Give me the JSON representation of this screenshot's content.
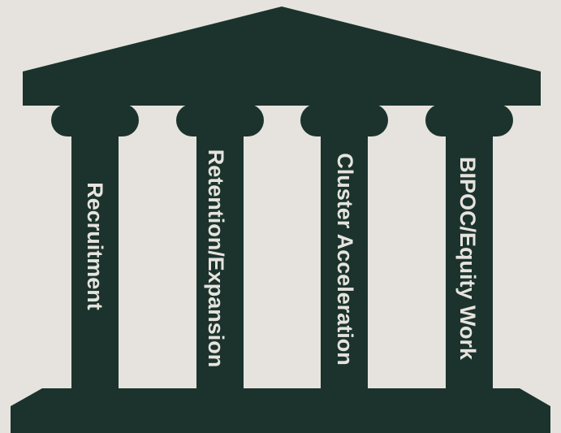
{
  "colors": {
    "background": "#e6e3de",
    "structure": "#1b332c",
    "label_text": "#e6e3de"
  },
  "pillars": [
    {
      "label": "Recruitment"
    },
    {
      "label": "Retention/Expansion"
    },
    {
      "label": "Cluster Acceleration"
    },
    {
      "label": "BIPOC/Equity Work"
    }
  ]
}
